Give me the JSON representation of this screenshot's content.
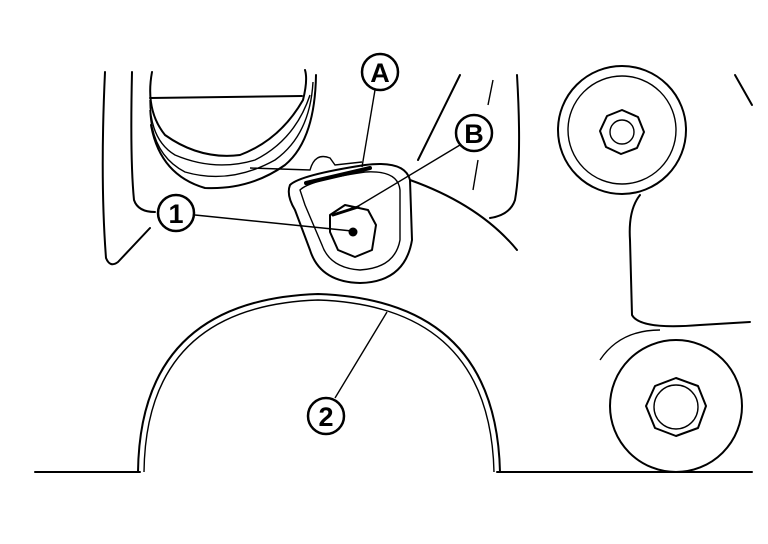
{
  "callouts": {
    "a": "A",
    "b": "B",
    "one": "1",
    "two": "2"
  },
  "colors": {
    "line": "#000000",
    "background": "#ffffff"
  }
}
